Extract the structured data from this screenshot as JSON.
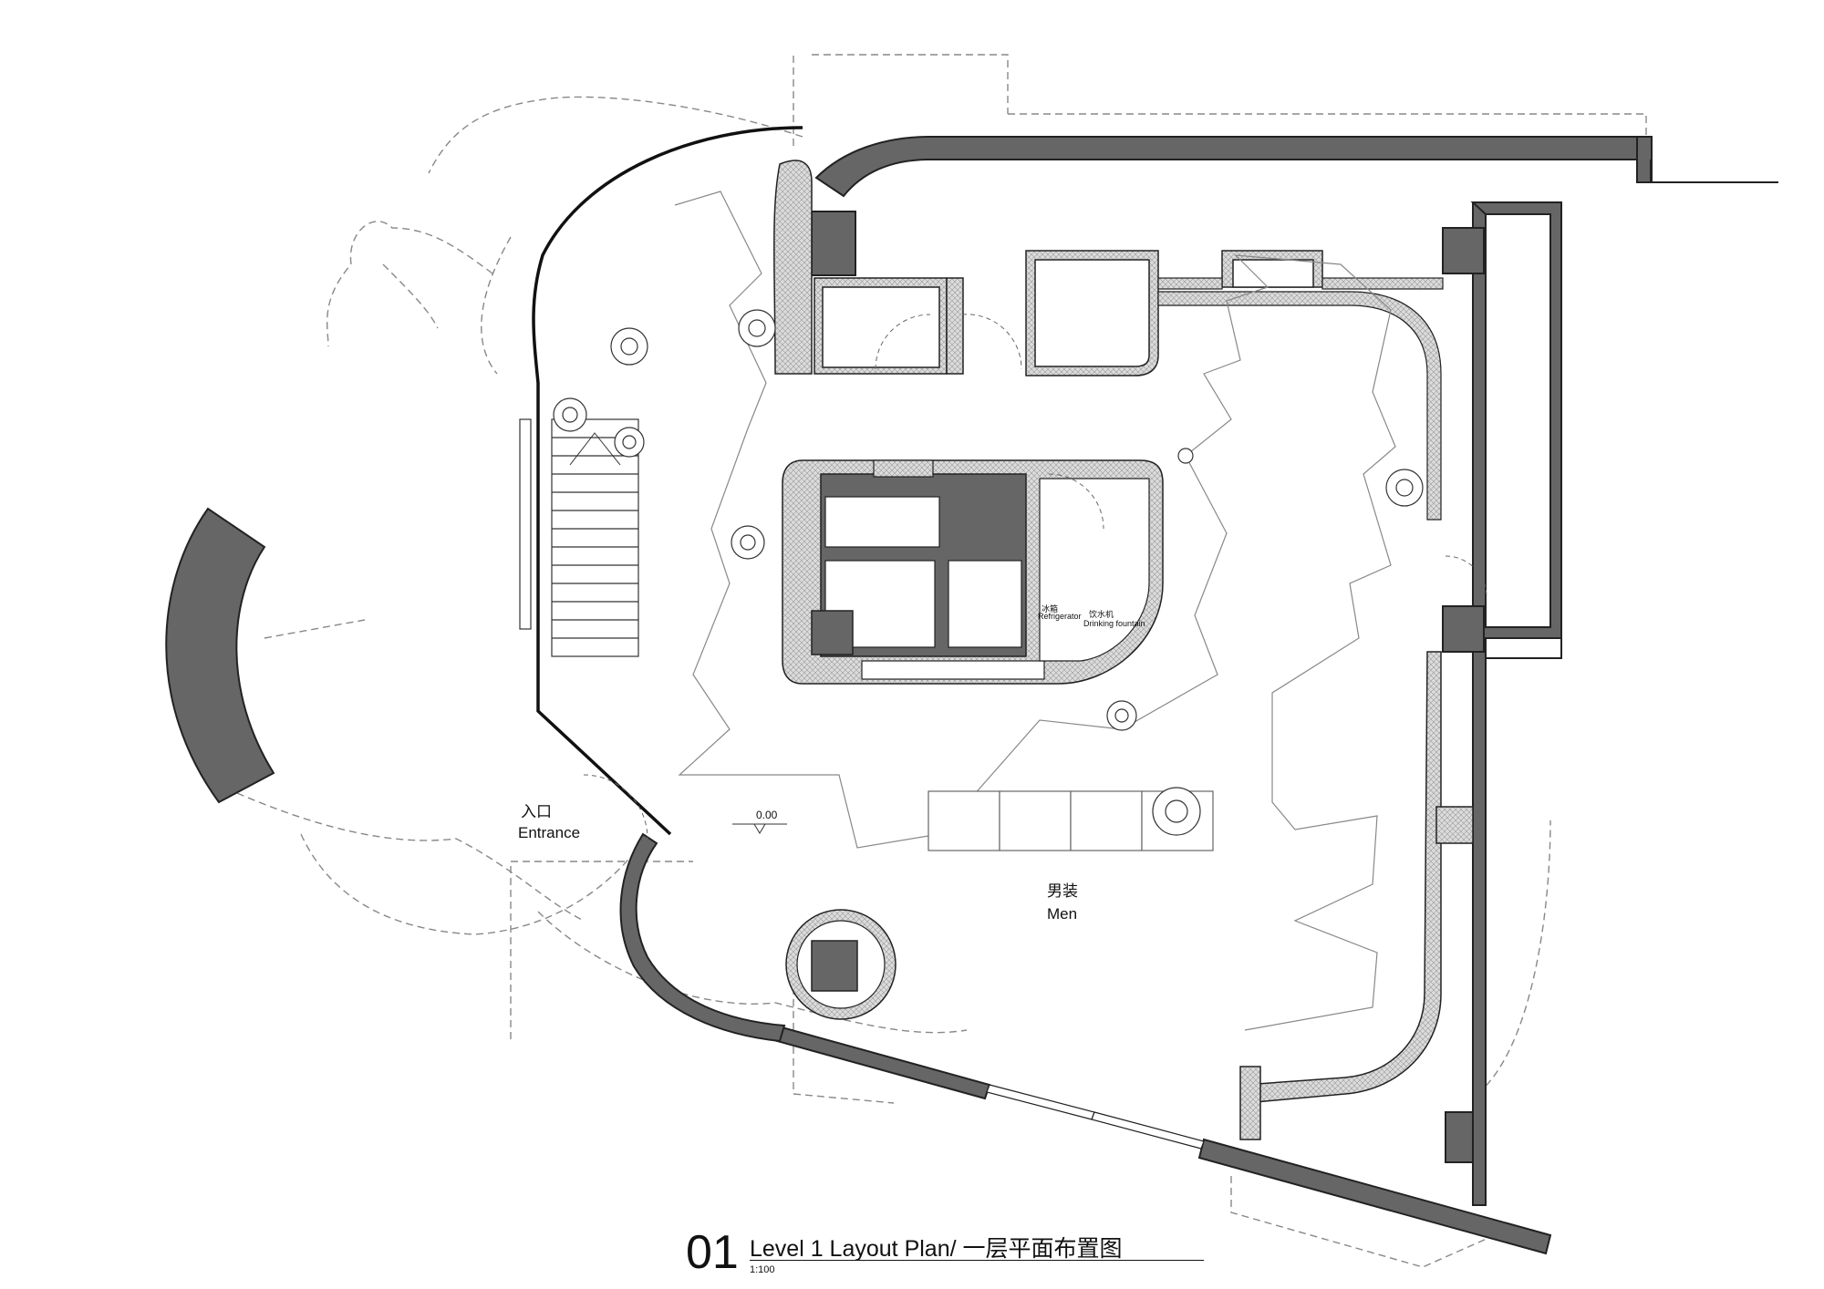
{
  "labels": {
    "entrance_cn": "入口",
    "entrance_en": "Entrance",
    "men_cn": "男装",
    "men_en": "Men",
    "level_mark": "0.00",
    "fridge_cn": "冰箱",
    "fridge_en": "Refrigerator",
    "fountain_cn": "饮水机",
    "fountain_en": "Drinking fountain"
  },
  "title": {
    "number": "01",
    "text": "Level 1 Layout Plan/ 一层平面布置图",
    "scale": "1:100"
  },
  "colors": {
    "wall_fill": "#666666",
    "wall_stroke": "#222222",
    "hatch": "#bbbbbb",
    "dashed": "#888888",
    "line": "#333333"
  }
}
